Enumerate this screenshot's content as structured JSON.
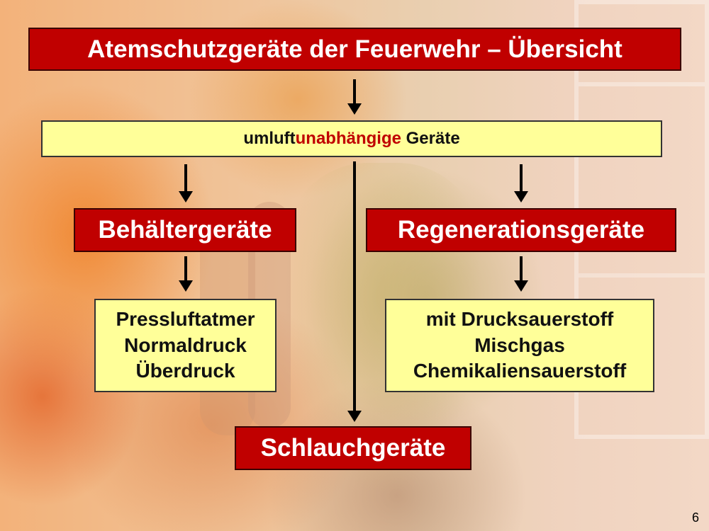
{
  "slide": {
    "title": "Atemschutzgeräte der Feuerwehr – Übersicht",
    "page_number": "6"
  },
  "top_category": {
    "part1": "umluft",
    "part2": "unabhängige",
    "part3": " Geräte",
    "highlight_color": "#c00000"
  },
  "branches": {
    "left": {
      "title": "Behältergeräte",
      "items": [
        "Pressluftatmer",
        "Normaldruck",
        "Überdruck"
      ]
    },
    "right": {
      "title": "Regenerationsgeräte",
      "items": [
        "mit Drucksauerstoff",
        "Mischgas",
        "Chemikaliensauerstoff"
      ]
    },
    "center": {
      "title": "Schlauchgeräte"
    }
  },
  "colors": {
    "red_box": "#c00000",
    "yellow_box": "#ffff99",
    "arrow": "#000000"
  }
}
